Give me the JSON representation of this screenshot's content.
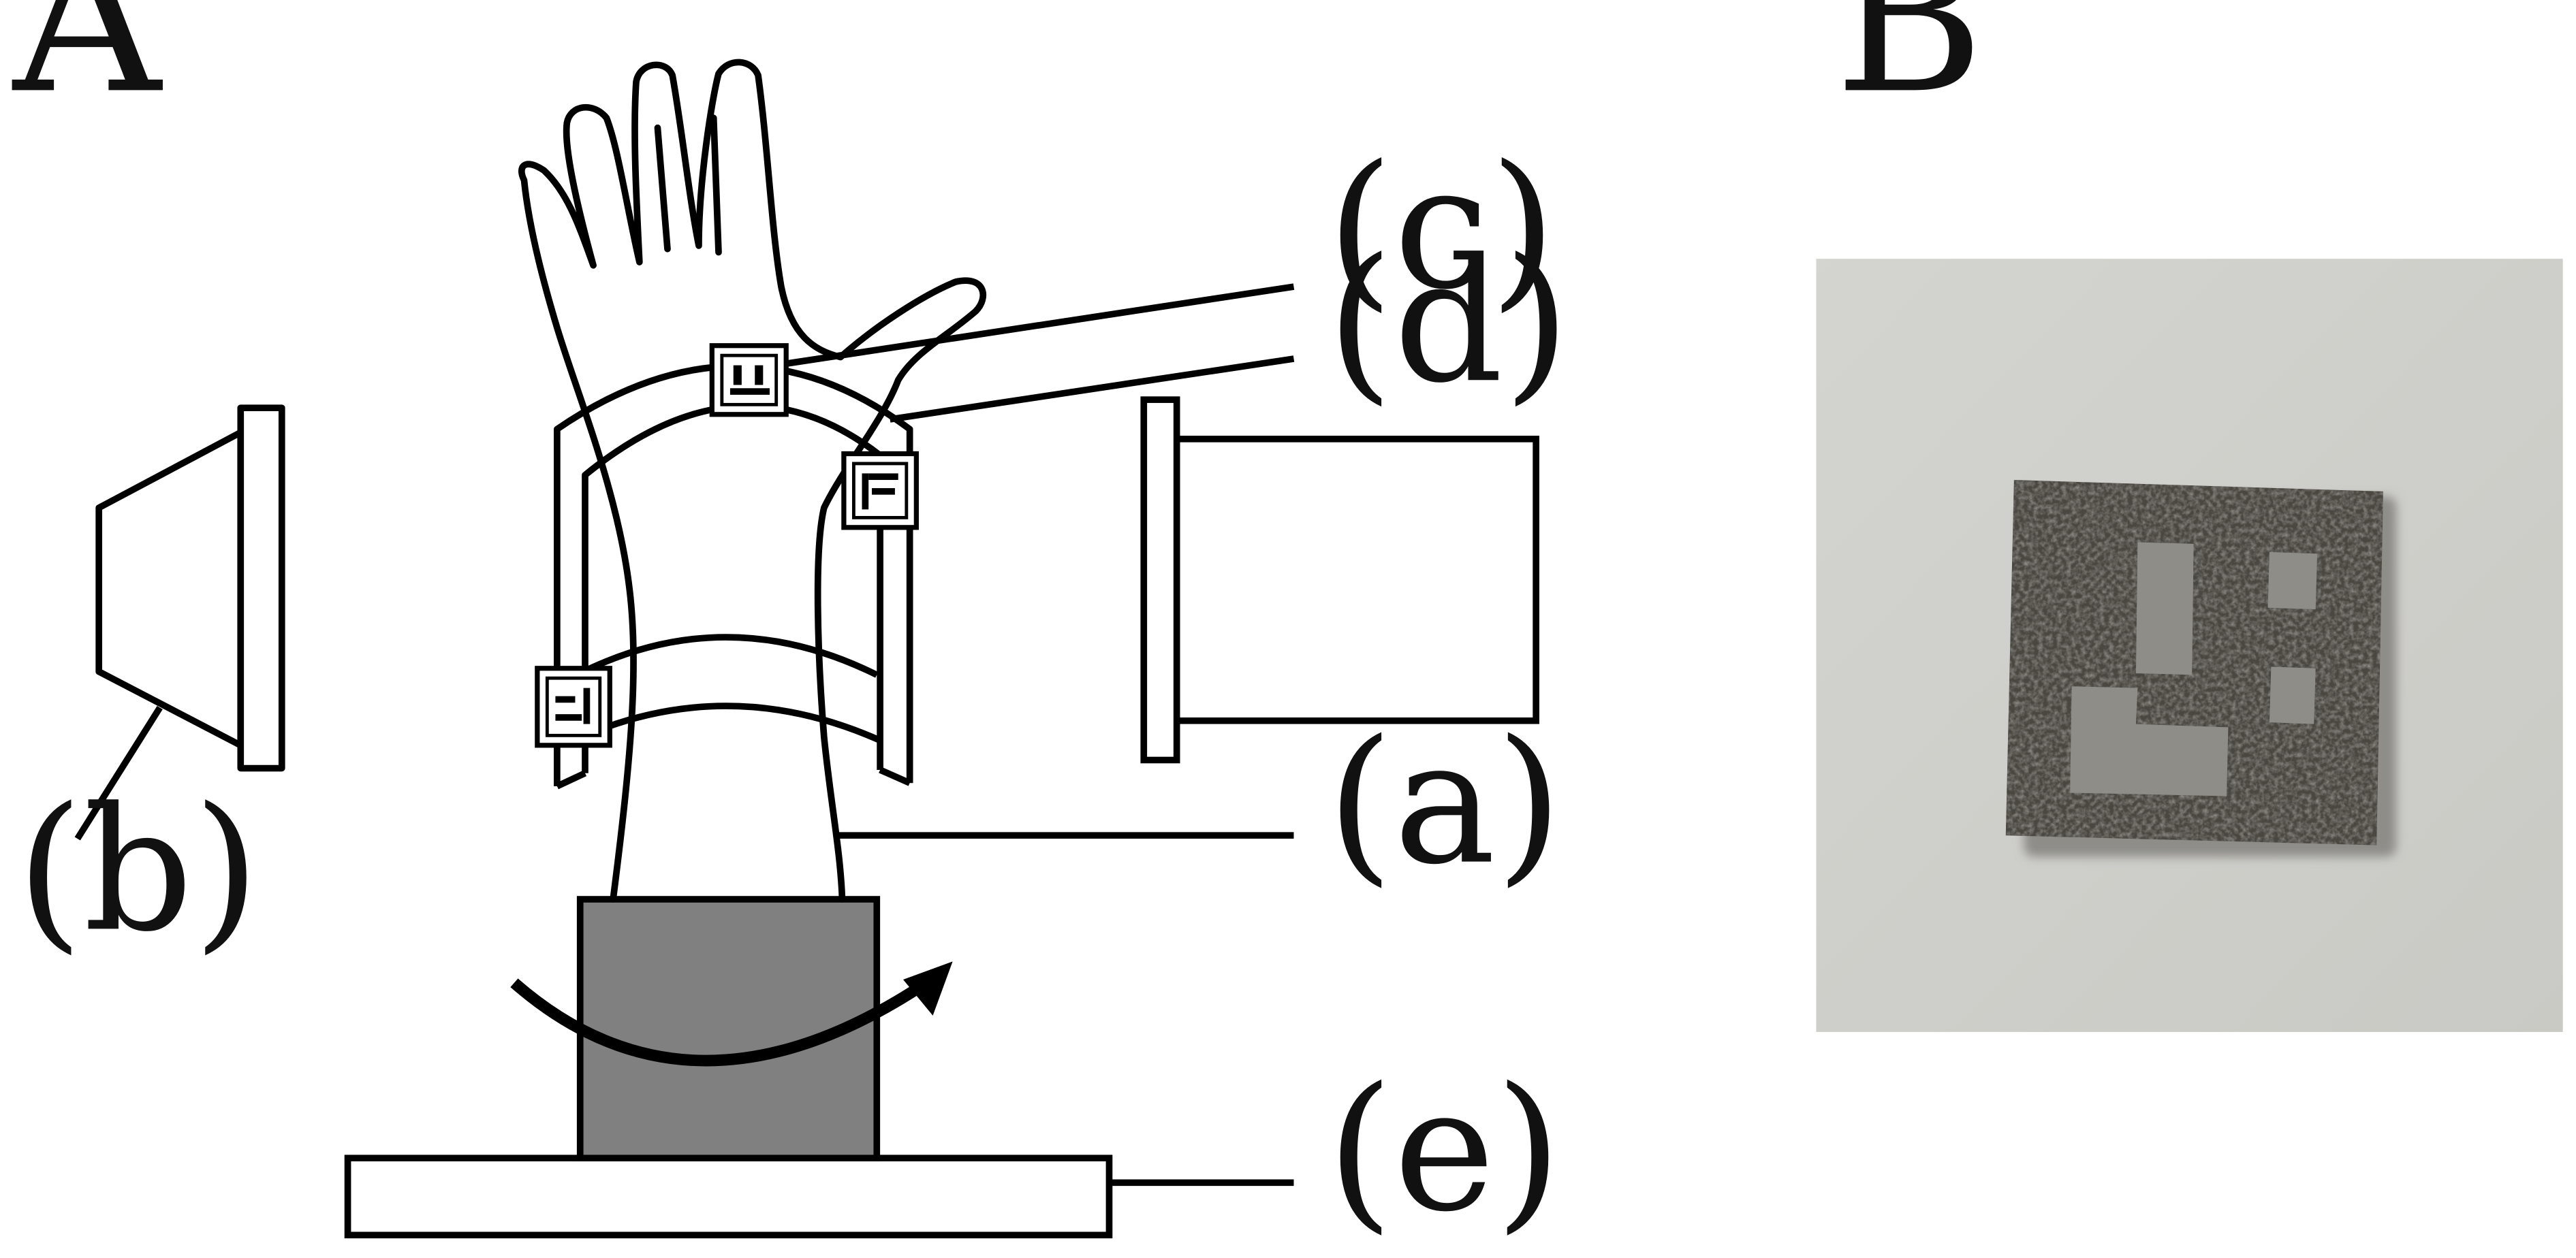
{
  "panels": {
    "a": "A",
    "b": "B"
  },
  "parts": {
    "a": "(a)",
    "b": "(b)",
    "c": "(c)",
    "d": "(d)",
    "e": "(e)"
  },
  "colors": {
    "line": "#000000",
    "turntable": "#808080",
    "photo_background": "#cfcfcb",
    "marker_metal": "#4a4741"
  },
  "icons": {
    "rotation": "curved-arrow-icon",
    "fiducial": "square-marker-icon"
  }
}
